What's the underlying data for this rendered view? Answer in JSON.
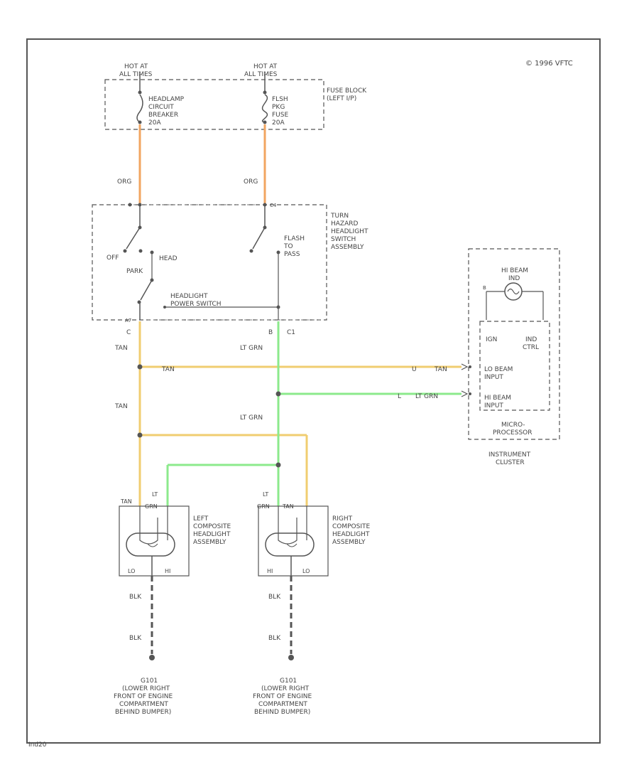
{
  "copyright": "© 1996 VFTC",
  "code": "Ind20",
  "colors": {
    "orange_wire": "#f2a560",
    "tan_wire": "#f0cd70",
    "green_wire": "#8cea8c",
    "line": "#555555"
  },
  "labels": {
    "hot1": [
      "HOT AT",
      "ALL TIMES"
    ],
    "hot2": [
      "HOT AT",
      "ALL TIMES"
    ],
    "cb": [
      "HEADLAMP",
      "CIRCUIT",
      "BREAKER",
      "20A"
    ],
    "fuse": [
      "FLSH",
      "PKG",
      "FUSE",
      "20A"
    ],
    "fuseblock": [
      "FUSE BLOCK",
      "(LEFT I/P)"
    ],
    "org1": "ORG",
    "org2": "ORG",
    "switchasm": [
      "TURN",
      "HAZARD",
      "HEADLIGHT",
      "SWITCH",
      "ASSEMBLY"
    ],
    "off": "OFF",
    "head": "HEAD",
    "park": "PARK",
    "flash": [
      "FLASH",
      "TO",
      "PASS"
    ],
    "powerswitch": [
      "HEADLIGHT",
      "POWER SWITCH"
    ],
    "c_left": "C",
    "b_mid": "B",
    "c1": "C1",
    "tan1": "TAN",
    "tan2": "TAN",
    "tan3": "TAN",
    "tan_right": "TAN",
    "ltgrn1": "LT GRN",
    "ltgrn2": "LT GRN",
    "ltgrn_right": "LT GRN",
    "pin_u": "U",
    "pin_l": "L",
    "lo_input": [
      "LO BEAM",
      "INPUT"
    ],
    "hi_input": [
      "HI BEAM",
      "INPUT"
    ],
    "hibeam": [
      "HI BEAM",
      "IND"
    ],
    "ign": "IGN",
    "ind_ctrl": [
      "IND",
      "CTRL"
    ],
    "micro": [
      "MICRO-",
      "PROCESSOR"
    ],
    "cluster": [
      "INSTRUMENT",
      "CLUSTER"
    ],
    "left_lamp": [
      "LEFT",
      "COMPOSITE",
      "HEADLIGHT",
      "ASSEMBLY"
    ],
    "right_lamp": [
      "RIGHT",
      "COMPOSITE",
      "HEADLIGHT",
      "ASSEMBLY"
    ],
    "lt_top_left": [
      "TAN",
      "LT",
      "GRN"
    ],
    "lt_top_right": [
      "LT",
      "GRN",
      "TAN"
    ],
    "lo_hi_left": [
      "LO",
      "HI"
    ],
    "hi_lo_right": [
      "HI",
      "LO"
    ],
    "blk": "BLK",
    "ground_left": [
      "G101",
      "(LOWER RIGHT",
      "FRONT OF ENGINE",
      "COMPARTMENT",
      "BEHIND BUMPER)"
    ],
    "ground_right": [
      "G101",
      "(LOWER RIGHT",
      "FRONT OF ENGINE",
      "COMPARTMENT",
      "BEHIND BUMPER)"
    ]
  }
}
